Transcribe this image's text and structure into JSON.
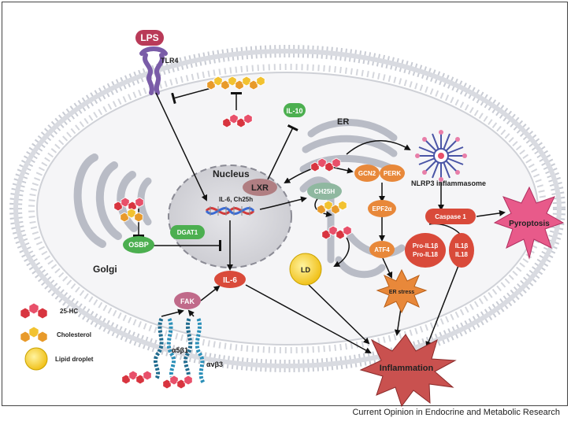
{
  "labels": {
    "lps": "LPS",
    "tlr4": "TLR4",
    "il10": "IL-10",
    "er": "ER",
    "nucleus": "Nucleus",
    "lxr": "LXR",
    "gene": "IL-6, Ch25h",
    "gcn2": "GCN2",
    "perk": "PERK",
    "ch25h": "CH25H",
    "eif2a": "EPF2α",
    "atf4": "ATF4",
    "nlrp3": "NLRP3 inflammasome",
    "caspase1": "Caspase 1",
    "pyroptosis": "Pyroptosis",
    "pro_il1b": "Pro-IL1β",
    "pro_il18": "Pro-IL18",
    "il1b": "IL1β",
    "il18": "IL18",
    "osbp": "OSBP",
    "dgat1": "DGAT1",
    "golgi": "Golgi",
    "il6": "IL-6",
    "ld": "LD",
    "er_stress": "ER stress",
    "fak": "FAK",
    "a5b1": "α5β1",
    "avb3": "αvβ3",
    "inflammation": "Inflammation"
  },
  "legend": {
    "hc25": "25-HC",
    "cholesterol": "Cholesterol",
    "lipid_droplet": "Lipid droplet"
  },
  "credit": "Current Opinion in Endocrine and Metabolic Research",
  "colors": {
    "hc25_red": "#d8343f",
    "hc25_pink": "#e8506a",
    "cholesterol_orange": "#e89a2a",
    "cholesterol_yellow": "#f2c230",
    "green": "#4caf50",
    "mauve": "#b07e82",
    "orange_node": "#e8883a",
    "red_node": "#d94a3a",
    "pink_star": "#e85a8a",
    "inflammation": "#c9514f"
  }
}
